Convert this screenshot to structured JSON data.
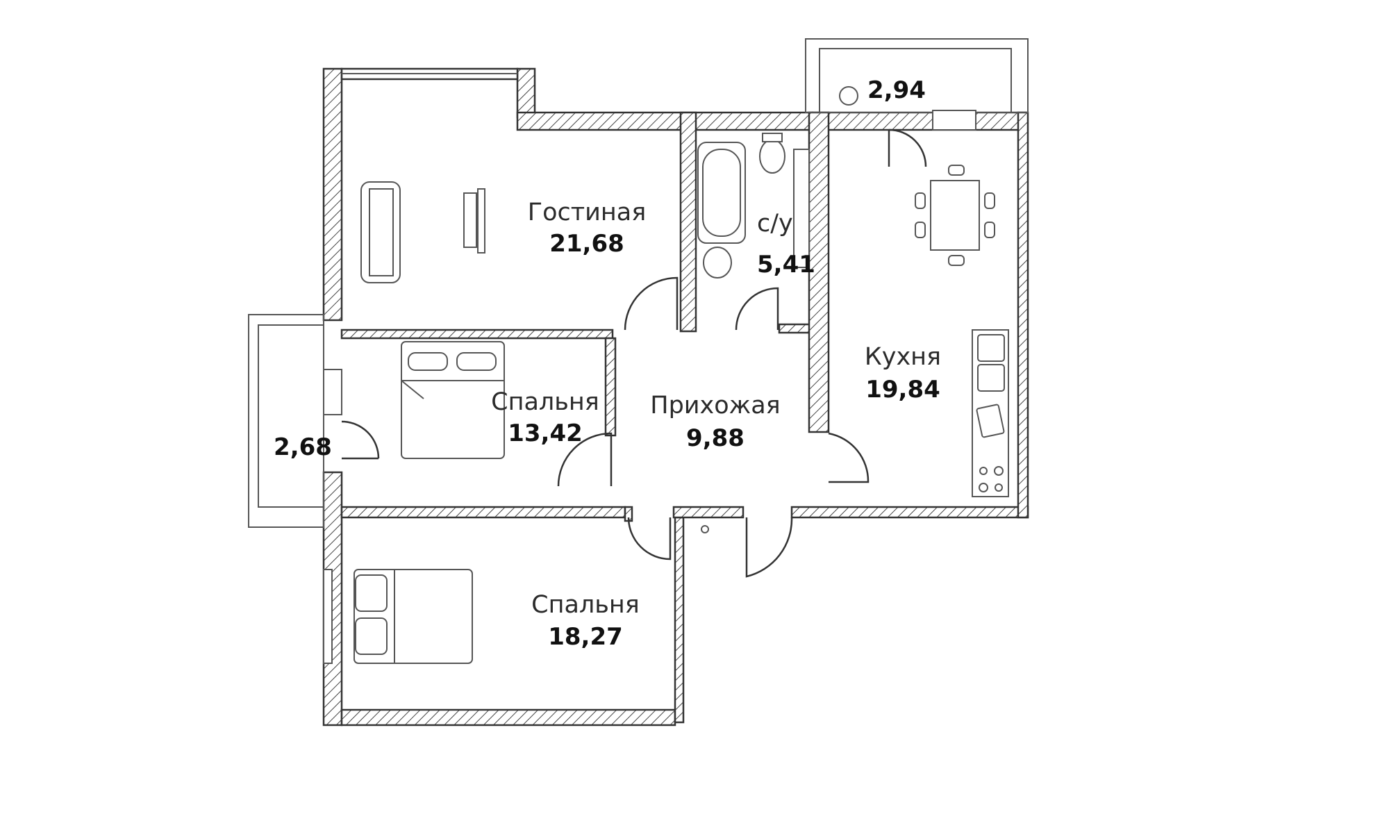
{
  "plan": {
    "rooms": [
      {
        "id": "living",
        "name": "Гостиная",
        "area": "21,68"
      },
      {
        "id": "bath",
        "name": "с/у",
        "area": "5,41"
      },
      {
        "id": "kitchen",
        "name": "Кухня",
        "area": "19,84"
      },
      {
        "id": "bedroom1",
        "name": "Спальня",
        "area": "13,42"
      },
      {
        "id": "hall",
        "name": "Прихожая",
        "area": "9,88"
      },
      {
        "id": "bedroom2",
        "name": "Спальня",
        "area": "18,27"
      },
      {
        "id": "balcony-left",
        "name": "",
        "area": "2,68"
      },
      {
        "id": "balcony-top",
        "name": "",
        "area": "2,94"
      }
    ]
  }
}
